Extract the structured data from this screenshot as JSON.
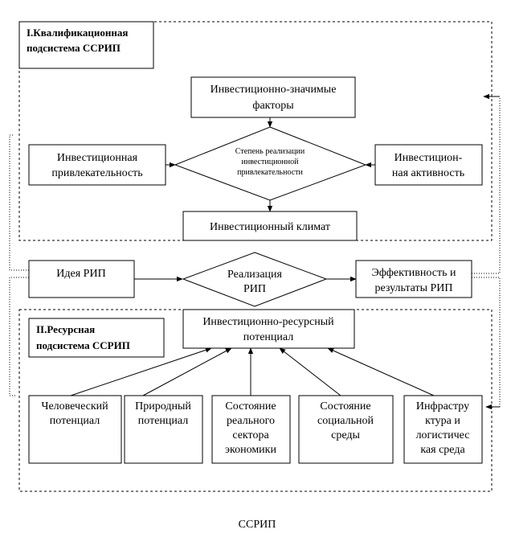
{
  "diagram": {
    "sections": {
      "qualification": [
        "I.Квалификационная",
        "подсистема ССРИП"
      ],
      "resource": [
        "II.Ресурсная",
        "подсистема ССРИП"
      ]
    },
    "nodes": {
      "factors": [
        "Инвестиционно-значимые",
        "факторы"
      ],
      "attractiveness": [
        "Инвестиционная",
        "привлекательность"
      ],
      "degree": [
        "Степень реализации",
        "инвестиционной",
        "привлекательности"
      ],
      "activity": [
        "Инвестицион-",
        "ная активность"
      ],
      "climate": [
        "Инвестиционный климат"
      ],
      "idea": [
        "Идея РИП"
      ],
      "realization": [
        "Реализация",
        "РИП"
      ],
      "efficiency": [
        "Эффективность и",
        "результаты РИП"
      ],
      "potential": [
        "Инвестиционно-ресурсный",
        "потенциал"
      ],
      "human": [
        "Человеческий",
        "потенциал"
      ],
      "natural": [
        "Природный",
        "потенциал"
      ],
      "real_sector": [
        "Состояние",
        "реального",
        "сектора",
        "экономики"
      ],
      "social": [
        "Состояние",
        "социальной",
        "среды"
      ],
      "infra": [
        "Инфрастру",
        "ктура и",
        "логистичес",
        "кая среда"
      ]
    },
    "caption": "ССРИП"
  }
}
